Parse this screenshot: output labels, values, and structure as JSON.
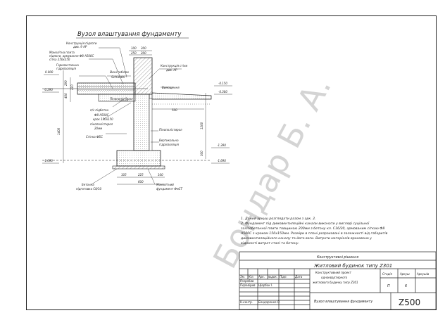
{
  "drawing": {
    "title": "Вузол влаштування фундаменту",
    "watermark": "Бондар Б. А.",
    "labels": {
      "floor_construction": [
        "Конструкція підлоги",
        "див. 9 АР"
      ],
      "monolithic_slab": [
        "Монолітна плита",
        "підлоги, армування Ф8 А500С",
        "сітка 250х250"
      ],
      "waterproofing": [
        "Горизонтальна",
        "гідроізоляція"
      ],
      "wall_construction": [
        "Конструкція стіни",
        "див. АР"
      ],
      "venitoblock": [
        "Венітоблок",
        "Schiedel"
      ],
      "blind_area": "Вимощення",
      "penoplex_top": "Пінополістирол",
      "sand": "п/с підбетон",
      "reinforcement": [
        "Ф8 А500С",
        "крок 150х150"
      ],
      "penoplex_bottom": [
        "пінополістирол",
        "20мм"
      ],
      "wall_fbs": "Стінка ФБС",
      "penoplex_side": "Пінополістирол",
      "vertical_waterproofing": [
        "Вертикальна",
        "гідроізоляція"
      ],
      "concrete_prep": [
        "Бетонна",
        "підготовка С8/10"
      ],
      "monolithic_foundation": [
        "Монолітний",
        "фундамент ФмСТ"
      ]
    },
    "elevations": [
      "0.000",
      "-0.290",
      "-0.150",
      "-0.300",
      "-1.390",
      "-1.690",
      "-1.690"
    ],
    "dimensions": {
      "top_100": "100",
      "top_300": "300",
      "top_250": "250",
      "top_200": "200",
      "left_1400": "1400",
      "left_400": "400",
      "left_290": "290",
      "left_210": "210",
      "right_1200": "1200",
      "right_300": "300",
      "blind_500": "500",
      "bottom_105": "105",
      "bottom_225": "225",
      "bottom_600": "600",
      "bottom_100": "100"
    }
  },
  "notes": [
    "1.  Даний аркуш розглядати разом з арк. 2.",
    "2.  Фундамент під димовентиляційні канали виконати у вигляді суцільної",
    "     залізобетонної плити товщиною 200мм з бетону кл. С16/20, армованим сіткою Ф8",
    "     А500С з кроком 150х150мм. Розміри в плані розраховані в залежності від габаритів",
    "     димовентиляційного каналу та його ваги. Витрати матеріалів враховано у",
    "     відомості витрат сталі та бетону."
  ],
  "stamp": {
    "section": "Конструктивні рішення",
    "project": "Житловий будинок типу Z301",
    "description": [
      "Конструктивний проект",
      "одноквартирного",
      "житлового будинку типу Z301"
    ],
    "stage_header": "Стадія",
    "sheet_header": "Аркуш",
    "sheets_header": "Аркушів",
    "stage": "П",
    "sheet": "6",
    "sheets": "",
    "sheet_title": "Вузол влаштування фундаменту",
    "code": "Z500",
    "rows": {
      "designer": "Розробив",
      "checker": "Перевірив",
      "norm": "Н.контр.",
      "checker_name": "Щербак І.",
      "norm_name": "Бондаренко О."
    },
    "header_cols": [
      "Зм.",
      "Кіл.",
      "Арк.",
      "№док.",
      "Підп.",
      "Дата"
    ]
  }
}
